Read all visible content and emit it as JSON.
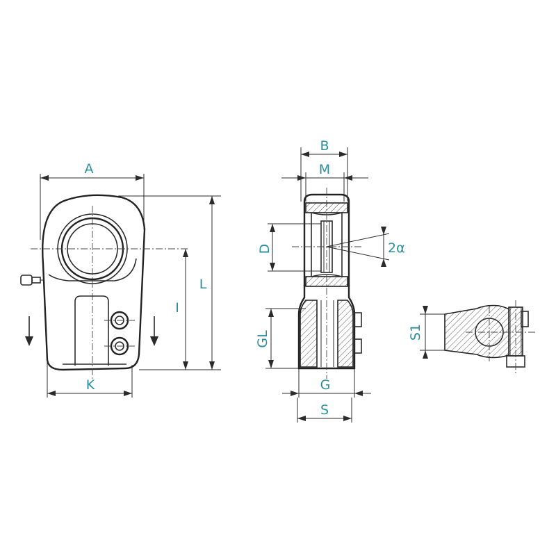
{
  "labels": {
    "A": "A",
    "L": "L",
    "I": "I",
    "K": "K",
    "B": "B",
    "M": "M",
    "D": "D",
    "two_alpha": "2α",
    "GL": "GL",
    "G": "G",
    "S": "S",
    "S1": "S1"
  },
  "colors": {
    "label": "#2a8f9c",
    "line": "#2b2b2b"
  }
}
